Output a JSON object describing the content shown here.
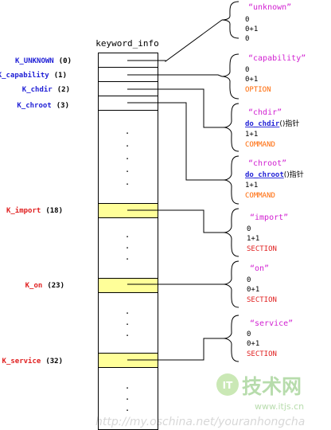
{
  "table": {
    "title": "keyword_info",
    "dots": "."
  },
  "keywords": [
    {
      "id": "unknown",
      "name": "K_UNKNOWN",
      "index": "(0)",
      "color": "#1f1fd6"
    },
    {
      "id": "capability",
      "name": "K_capability",
      "index": "(1)",
      "color": "#1f1fd6"
    },
    {
      "id": "chdir",
      "name": "K_chdir",
      "index": "(2)",
      "color": "#1f1fd6"
    },
    {
      "id": "chroot",
      "name": "K_chroot",
      "index": "(3)",
      "color": "#1f1fd6"
    },
    {
      "id": "import",
      "name": "K_import",
      "index": "(18)",
      "color": "#e01f1f"
    },
    {
      "id": "on",
      "name": "K_on",
      "index": "(23)",
      "color": "#e01f1f"
    },
    {
      "id": "service",
      "name": "K_service",
      "index": "(32)",
      "color": "#e01f1f"
    }
  ],
  "entries": [
    {
      "id": "unknown",
      "name": "“unknown”",
      "line1": "0",
      "line2": "0+1",
      "line3": "0",
      "func": "",
      "func_suffix": "",
      "flags": ""
    },
    {
      "id": "capability",
      "name": "“capability”",
      "line1": "0",
      "line2": "0+1",
      "line3": "",
      "func": "",
      "func_suffix": "",
      "flags": "OPTION"
    },
    {
      "id": "chdir",
      "name": "“chdir”",
      "line1": "",
      "line2": "1+1",
      "line3": "",
      "func": "do_chdir",
      "func_suffix": "()指针",
      "flags": "COMMAND"
    },
    {
      "id": "chroot",
      "name": "“chroot”",
      "line1": "",
      "line2": "1+1",
      "line3": "",
      "func": "do_chroot",
      "func_suffix": "()指针",
      "flags": "COMMAND"
    },
    {
      "id": "import",
      "name": "“import”",
      "line1": "0",
      "line2": "1+1",
      "line3": "",
      "func": "",
      "func_suffix": "",
      "flags": "SECTION"
    },
    {
      "id": "on",
      "name": "“on”",
      "line1": "0",
      "line2": "0+1",
      "line3": "",
      "func": "",
      "func_suffix": "",
      "flags": "SECTION"
    },
    {
      "id": "service",
      "name": "“service”",
      "line1": "0",
      "line2": "0+1",
      "line3": "",
      "func": "",
      "func_suffix": "",
      "flags": "SECTION"
    }
  ],
  "colors": {
    "name": "#d11fd1",
    "func": "#1f1fd6",
    "flags": "#ff6600",
    "flags_section": "#e01f1f",
    "highlight": "#ffff99",
    "line": "#000000"
  },
  "watermark": {
    "logo_mark": "IT",
    "logo_text": "技术网",
    "site": "www.itjs.cn",
    "url": "http://my.oschina.net/youranhongcha"
  }
}
